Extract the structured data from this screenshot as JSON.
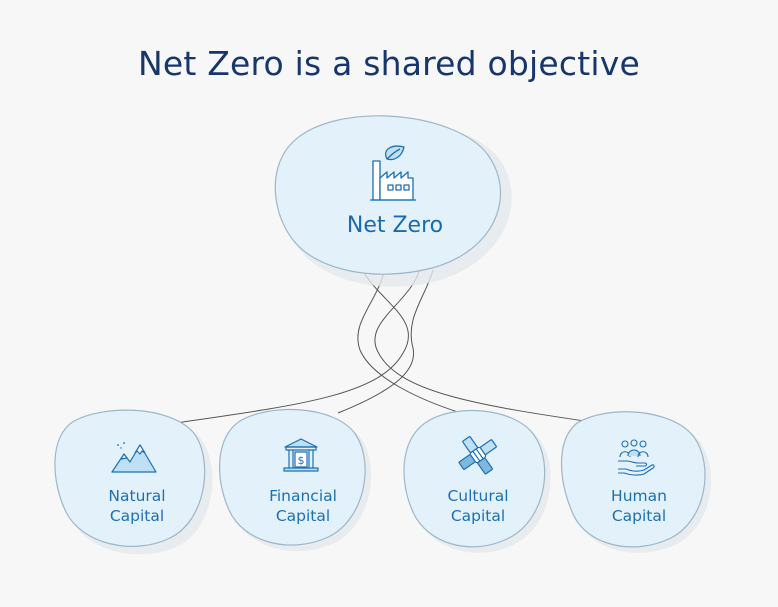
{
  "title": "Net Zero is a shared objective",
  "center": {
    "label": "Net Zero",
    "icon": "factory-leaf-icon"
  },
  "capitals": [
    {
      "line1": "Natural",
      "line2": "Capital",
      "icon": "mountains-icon"
    },
    {
      "line1": "Financial",
      "line2": "Capital",
      "icon": "bank-icon"
    },
    {
      "line1": "Cultural",
      "line2": "Capital",
      "icon": "hands-together-icon"
    },
    {
      "line1": "Human",
      "line2": "Capital",
      "icon": "people-hand-icon"
    }
  ],
  "colors": {
    "title": "#17366b",
    "label": "#1c6fb5",
    "blob_fill": "#e3f1fa",
    "blob_stroke": "#9cb7c8",
    "line": "#555555",
    "background": "#f7f7f7"
  }
}
